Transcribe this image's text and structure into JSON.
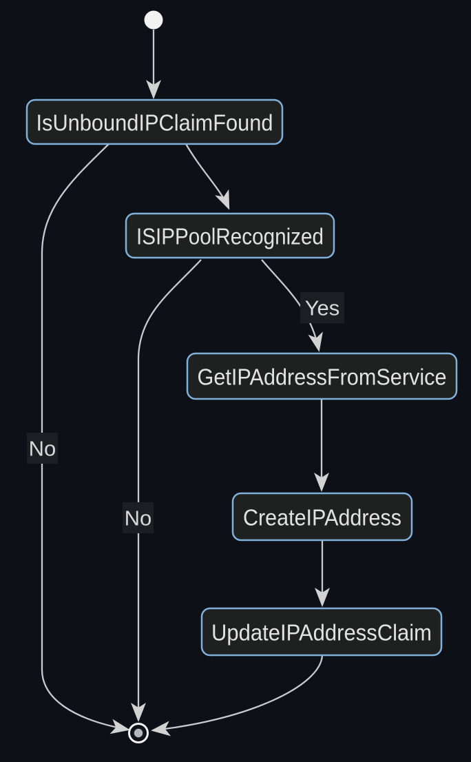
{
  "diagram": {
    "kind": "state-diagram",
    "nodes": [
      {
        "id": "start",
        "type": "initial",
        "label": ""
      },
      {
        "id": "IsUnboundIPClaimFound",
        "type": "state",
        "label": "IsUnboundIPClaimFound"
      },
      {
        "id": "ISIPPoolRecognized",
        "type": "state",
        "label": "ISIPPoolRecognized"
      },
      {
        "id": "GetIPAddressFromService",
        "type": "state",
        "label": "GetIPAddressFromService"
      },
      {
        "id": "CreateIPAddress",
        "type": "state",
        "label": "CreateIPAddress"
      },
      {
        "id": "UpdateIPAddressClaim",
        "type": "state",
        "label": "UpdateIPAddressClaim"
      },
      {
        "id": "final",
        "type": "final",
        "label": ""
      }
    ],
    "edges": [
      {
        "from": "start",
        "to": "IsUnboundIPClaimFound",
        "label": ""
      },
      {
        "from": "IsUnboundIPClaimFound",
        "to": "ISIPPoolRecognized",
        "label": ""
      },
      {
        "from": "IsUnboundIPClaimFound",
        "to": "final",
        "label": "No"
      },
      {
        "from": "ISIPPoolRecognized",
        "to": "GetIPAddressFromService",
        "label": "Yes"
      },
      {
        "from": "ISIPPoolRecognized",
        "to": "final",
        "label": "No"
      },
      {
        "from": "GetIPAddressFromService",
        "to": "CreateIPAddress",
        "label": ""
      },
      {
        "from": "CreateIPAddress",
        "to": "UpdateIPAddressClaim",
        "label": ""
      },
      {
        "from": "UpdateIPAddressClaim",
        "to": "final",
        "label": ""
      }
    ],
    "colors": {
      "background": "#0d1117",
      "node_fill": "#1f2020",
      "node_border": "#81b1db",
      "node_text": "#e2e2e2",
      "edge_stroke": "#c9cacd",
      "arrowhead": "#d2d2d2",
      "edge_label_text": "#d8d8d8",
      "edge_label_bg": "#1c1e23",
      "start_node_fill": "#f2f2f2",
      "final_node_ring": "#f2f2f2",
      "final_node_core": "#b5b8bb"
    }
  }
}
